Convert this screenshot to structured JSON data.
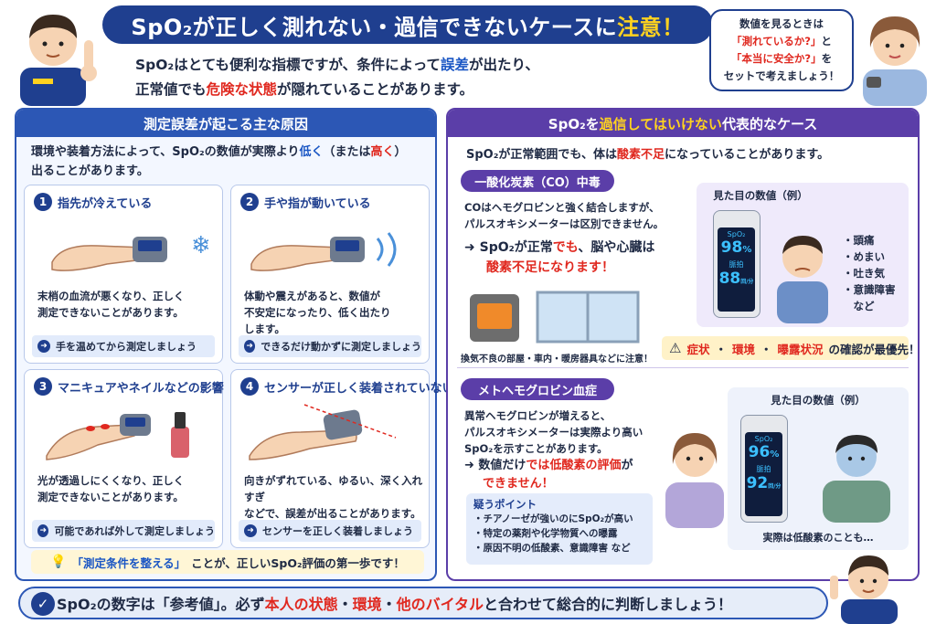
{
  "header": {
    "title_a": "SpO₂が正しく測れない・過信できないケースに",
    "title_b": "注意！",
    "intro_l1_a": "SpO₂はとても便利な指標ですが、条件によって",
    "intro_l1_b": "誤差",
    "intro_l1_c": "が出たり、",
    "intro_l2_a": "正常値でも",
    "intro_l2_b": "危険な状態",
    "intro_l2_c": "が隠れていることがあります。",
    "bubble_l1": "数値を見るときは",
    "bubble_l2_a": "「測れているか?」",
    "bubble_l2_b": "と",
    "bubble_l3_a": "「本当に安全か?」",
    "bubble_l3_b": "を",
    "bubble_l4": "セットで考えましょう！"
  },
  "left": {
    "heading": "測定誤差が起こる主な原因",
    "desc_l1_a": "環境や装着方法によって、SpO₂の数値が実際より",
    "desc_l1_b": "低く",
    "desc_l1_c": "（または",
    "desc_l1_d": "高く",
    "desc_l1_e": "）",
    "desc_l2": "出ることがあります。",
    "cards": [
      {
        "num": "1",
        "title": "指先が冷えている",
        "text_l1": "末梢の血流が悪くなり、正しく",
        "text_l2": "測定できないことがあります。",
        "text_l3": "",
        "tip": "手を温めてから測定しましょう"
      },
      {
        "num": "2",
        "title": "手や指が動いている",
        "text_l1": "体動や震えがあると、数値が",
        "text_l2": "不安定になったり、低く出たり",
        "text_l3": "します。",
        "tip": "できるだけ動かずに測定しましょう"
      },
      {
        "num": "3",
        "title": "マニキュアやネイルなどの影響",
        "text_l1": "光が透過しにくくなり、正しく",
        "text_l2": "測定できないことがあります。",
        "text_l3": "",
        "tip": "可能であれば外して測定しましょう"
      },
      {
        "num": "4",
        "title": "センサーが正しく装着されていない",
        "text_l1": "向きがずれている、ゆるい、深く入れすぎ",
        "text_l2": "などで、誤差が出ることがあります。",
        "text_l3": "",
        "tip": "センサーを正しく装着しましょう"
      }
    ],
    "footer_a": "「測定条件を整える」",
    "footer_b": "ことが、正しいSpO₂評価の第一歩です！"
  },
  "right": {
    "heading_a": "SpO₂を",
    "heading_b": "過信してはいけない",
    "heading_c": "代表的なケース",
    "desc_a": "SpO₂が正常範囲でも、体は",
    "desc_b": "酸素不足",
    "desc_c": "になっていることがあります。",
    "co": {
      "tag": "一酸化炭素（CO）中毒",
      "text_l1": "COはヘモグロビンと強く結合しますが、",
      "text_l2": "パルスオキシメーターは区別できません。",
      "emph_l1_a": "➜ SpO₂が正常",
      "emph_l1_b": "でも",
      "emph_l1_c": "、脳や心臓は",
      "emph_l2_a": "酸素不足",
      "emph_l2_b": "になります！",
      "caption": "換気不良の部屋・車内・暖房器具などに注意！",
      "reading_title": "見た目の数値（例）",
      "spo2_label": "SpO₂",
      "spo2_value": "98",
      "spo2_unit": "%",
      "pulse_label": "脈拍",
      "pulse_value": "88",
      "pulse_unit": "回/分",
      "symptoms": [
        "・頭痛",
        "・めまい",
        "・吐き気",
        "・意識障害",
        "　など"
      ],
      "warn_a": "症状",
      "warn_b": "・",
      "warn_c": "環境",
      "warn_d": "・",
      "warn_e": "曝露状況",
      "warn_f": "の確認が最優先！"
    },
    "met": {
      "tag": "メトヘモグロビン血症",
      "text_l1": "異常ヘモグロビンが増えると、",
      "text_l2": "パルスオキシメーターは実際より高い",
      "text_l3": "SpO₂を示すことがあります。",
      "emph_l1_a": "➜ 数値だけ",
      "emph_l1_b": "では",
      "emph_l1_c": "低酸素の評価",
      "emph_l1_d": "が",
      "emph_l2": "できません！",
      "reading_title": "見た目の数値（例）",
      "spo2_label": "SpO₂",
      "spo2_value": "96",
      "spo2_unit": "%",
      "pulse_label": "脈拍",
      "pulse_value": "92",
      "pulse_unit": "回/分",
      "caption": "実際は低酸素のことも…",
      "points_title": "疑うポイント",
      "points": [
        "・チアノーゼが強いのにSpO₂が高い",
        "・特定の薬剤や化学物質への曝露",
        "・原因不明の低酸素、意識障害 など"
      ]
    }
  },
  "bottom": {
    "a": "SpO₂の数字は「参考値」。必ず",
    "b": "本人の状態",
    "c": "・",
    "d": "環境",
    "e": "・",
    "f": "他のバイタル",
    "g": "と合わせて総合的に判断しましょう！"
  },
  "colors": {
    "navy": "#1f3f8f",
    "purple": "#5b3ea8",
    "red": "#e0281f",
    "yellow": "#ffd21f"
  }
}
